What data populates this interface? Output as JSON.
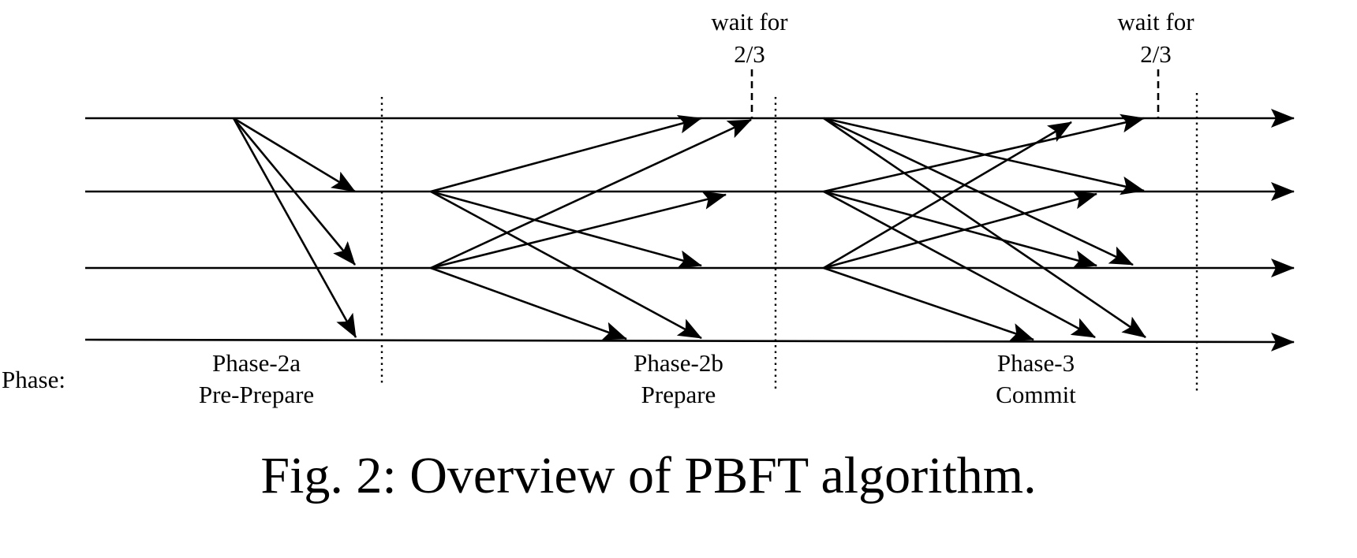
{
  "phase_label": "Phase:",
  "phases": [
    {
      "name": "Phase-2a",
      "subtitle": "Pre-Prepare"
    },
    {
      "name": "Phase-2b",
      "subtitle": "Prepare"
    },
    {
      "name": "Phase-3",
      "subtitle": "Commit"
    }
  ],
  "waits": [
    {
      "line1": "wait for",
      "line2": "2/3"
    },
    {
      "line1": "wait for",
      "line2": "2/3"
    }
  ],
  "caption": "Fig. 2: Overview of PBFT algorithm.",
  "node_count": 4
}
